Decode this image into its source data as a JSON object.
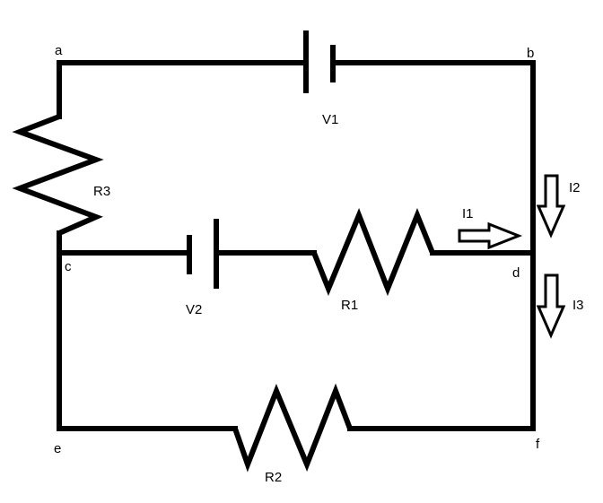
{
  "nodes": {
    "a": "a",
    "b": "b",
    "c": "c",
    "d": "d",
    "e": "e",
    "f": "f"
  },
  "components": {
    "v1": "V1",
    "v2": "V2",
    "r1": "R1",
    "r2": "R2",
    "r3": "R3"
  },
  "currents": {
    "i1": "I1",
    "i2": "I2",
    "i3": "I3"
  }
}
